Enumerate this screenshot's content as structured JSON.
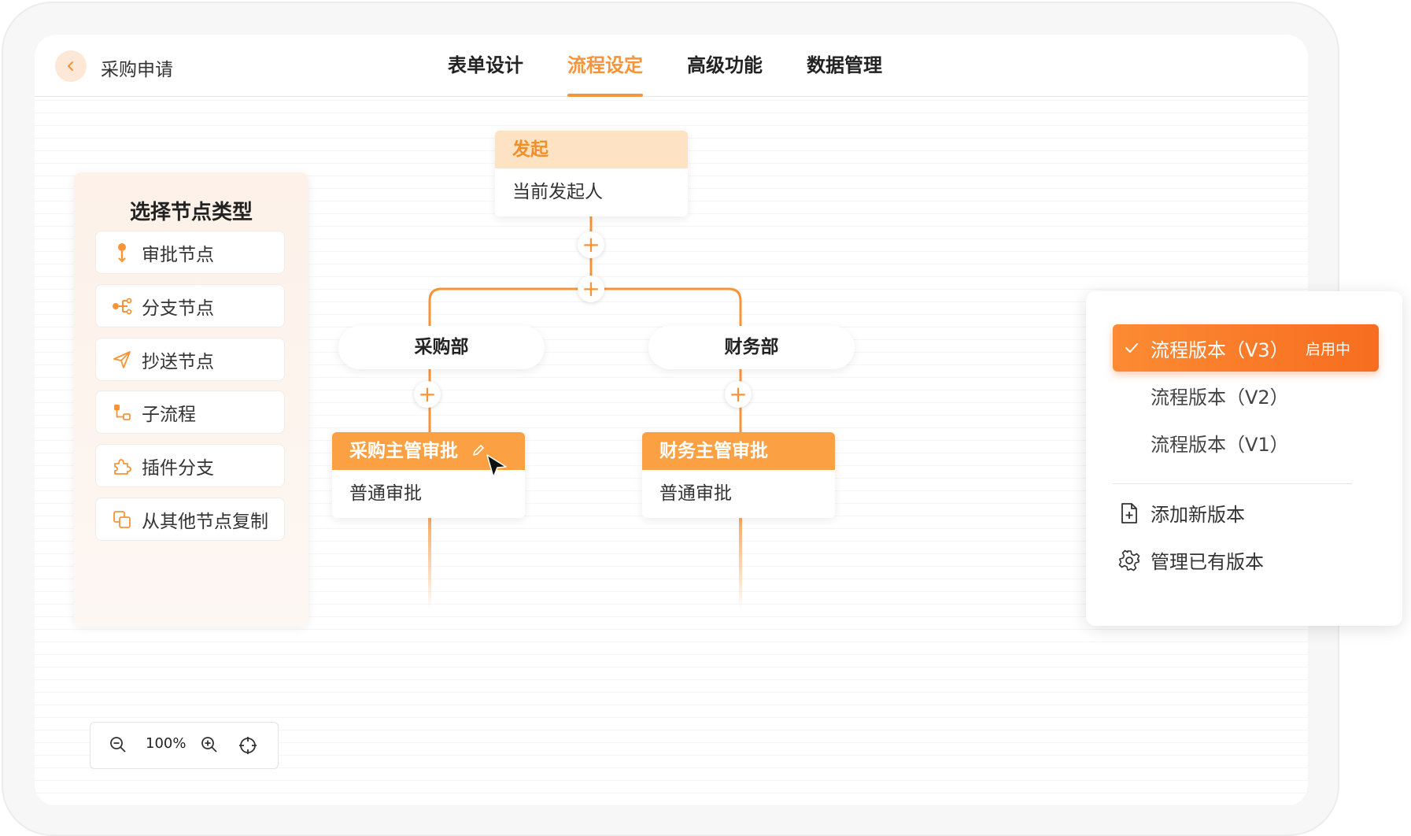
{
  "header": {
    "title": "采购申请"
  },
  "tabs": [
    {
      "label": "表单设计",
      "active": false
    },
    {
      "label": "流程设定",
      "active": true
    },
    {
      "label": "高级功能",
      "active": false
    },
    {
      "label": "数据管理",
      "active": false
    }
  ],
  "node_panel": {
    "title": "选择节点类型",
    "items": [
      {
        "label": "审批节点",
        "icon": "approval-pin-icon"
      },
      {
        "label": "分支节点",
        "icon": "branch-icon"
      },
      {
        "label": "抄送节点",
        "icon": "send-icon"
      },
      {
        "label": "子流程",
        "icon": "subprocess-icon"
      },
      {
        "label": "插件分支",
        "icon": "puzzle-icon"
      },
      {
        "label": "从其他节点复制",
        "icon": "copy-icon"
      }
    ]
  },
  "zoom": {
    "level": "100%"
  },
  "flow": {
    "start": {
      "title": "发起",
      "body": "当前发起人"
    },
    "branches": [
      {
        "dept": "采购部",
        "node_title": "采购主管审批",
        "node_body": "普通审批"
      },
      {
        "dept": "财务部",
        "node_title": "财务主管审批",
        "node_body": "普通审批"
      }
    ]
  },
  "versions": {
    "items": [
      {
        "label": "流程版本（V3）",
        "active": true,
        "badge": "启用中"
      },
      {
        "label": "流程版本（V2）",
        "active": false
      },
      {
        "label": "流程版本（V1）",
        "active": false
      }
    ],
    "actions": [
      {
        "label": "添加新版本",
        "icon": "add-file-icon"
      },
      {
        "label": "管理已有版本",
        "icon": "gear-icon"
      }
    ]
  },
  "colors": {
    "accent": "#f7943a",
    "header_orange": "#fca143",
    "start_header": "#fde3c3",
    "active_gradient_end": "#f76d1f"
  }
}
